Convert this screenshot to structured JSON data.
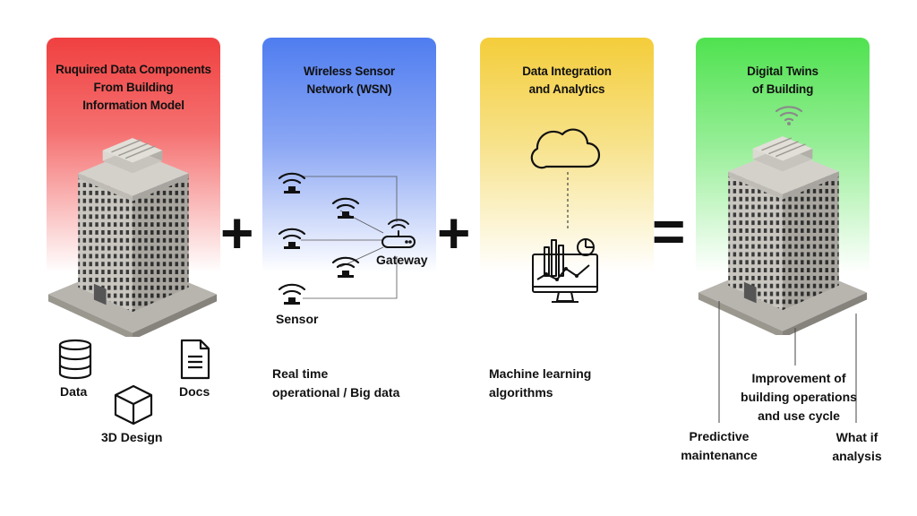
{
  "panels": [
    {
      "title": [
        "Ruquired Data Components",
        "From Building",
        "Information Model"
      ]
    },
    {
      "title": [
        "Wireless Sensor",
        "Network (WSN)"
      ]
    },
    {
      "title": [
        "Data Integration",
        "and Analytics"
      ]
    },
    {
      "title": [
        "Digital Twins",
        "of Building"
      ]
    }
  ],
  "operators": {
    "plus_1": "+",
    "plus_2": "+",
    "equals": "="
  },
  "bim": {
    "data": "Data",
    "docs": "Docs",
    "design": "3D Design"
  },
  "wsn": {
    "gateway": "Gateway",
    "sensor": "Sensor",
    "caption": [
      "Real time",
      "operational / Big data"
    ]
  },
  "analytics": {
    "caption": [
      "Machine learning",
      "algorithms"
    ]
  },
  "twin": {
    "improvement": [
      "Improvement of",
      "building operations",
      "and use cycle"
    ],
    "predictive": [
      "Predictive",
      "maintenance"
    ],
    "whatif": [
      "What if",
      "analysis"
    ]
  },
  "icons": [
    "database-icon",
    "document-icon",
    "cube-icon",
    "wifi-sensor-icon",
    "router-icon",
    "cloud-icon",
    "monitor-chart-icon",
    "wifi-icon",
    "building-icon"
  ]
}
